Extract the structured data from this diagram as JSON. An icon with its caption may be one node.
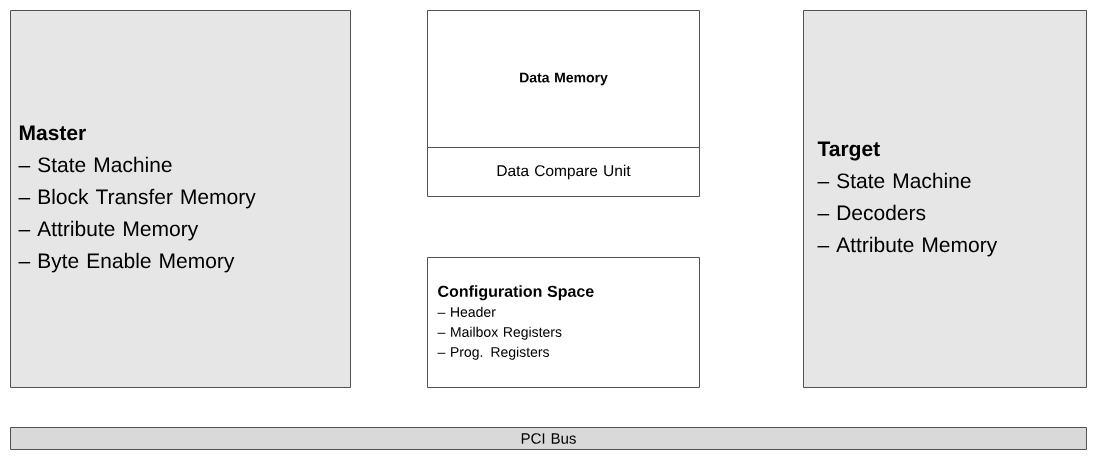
{
  "diagram": {
    "nodes": [
      {
        "text": [
          "Master",
          "– State Machine",
          "– Block Transfer Memory",
          "– Attribute Memory",
          "– Byte Enable Memory"
        ]
      },
      {
        "text": [
          "Data Memory"
        ]
      },
      {
        "text": [
          "Data Compare Unit"
        ]
      },
      {
        "text": [
          "Configuration Space",
          "– Header",
          "– Mailbox Registers",
          "– Prog. Registers"
        ]
      },
      {
        "text": [
          "Target",
          "– State Machine",
          "– Decoders",
          "– Attribute Memory"
        ]
      },
      {
        "text": [
          "PCI Bus"
        ]
      }
    ]
  }
}
